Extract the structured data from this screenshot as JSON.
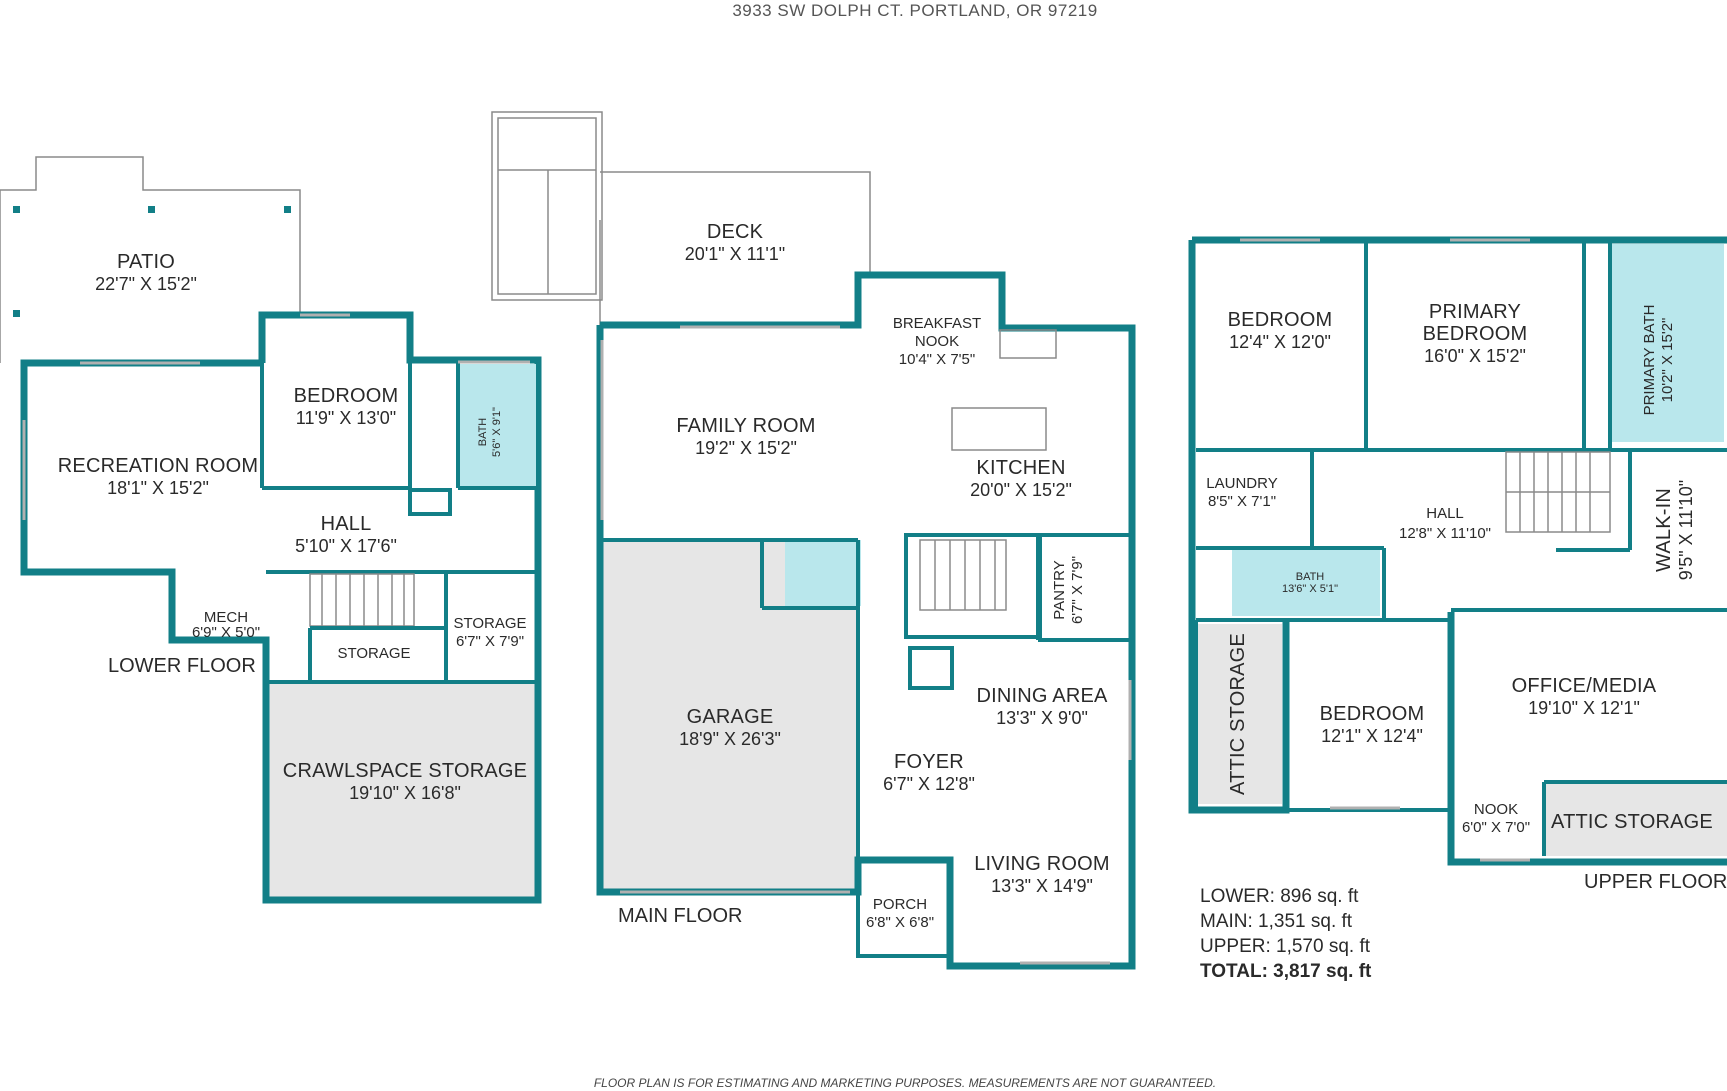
{
  "header": {
    "address": "3933 SW DOLPH CT. PORTLAND, OR 97219"
  },
  "footer": {
    "disclaimer": "FLOOR PLAN IS FOR ESTIMATING AND MARKETING PURPOSES. MEASUREMENTS ARE NOT GUARANTEED."
  },
  "colors": {
    "wall": "#127f87",
    "bath": "#b9e7ec",
    "storage": "#e6e6e6"
  },
  "lower": {
    "label": "LOWER FLOOR",
    "patio": {
      "name": "PATIO",
      "dim": "22'7\" X 15'2\""
    },
    "recreation": {
      "name": "RECREATION ROOM",
      "dim": "18'1\" X 15'2\""
    },
    "bedroom": {
      "name": "BEDROOM",
      "dim": "11'9\" X 13'0\""
    },
    "bath": {
      "name": "BATH",
      "dim": "5'6\" X 9'1\""
    },
    "hall": {
      "name": "HALL",
      "dim": "5'10\" X 17'6\""
    },
    "mech": {
      "name": "MECH",
      "dim": "6'9\" X 5'0\""
    },
    "storage1": {
      "name": "STORAGE"
    },
    "storage2": {
      "name": "STORAGE",
      "dim": "6'7\" X 7'9\""
    },
    "crawl": {
      "name": "CRAWLSPACE STORAGE",
      "dim": "19'10\" X 16'8\""
    }
  },
  "main": {
    "label": "MAIN FLOOR",
    "deck": {
      "name": "DECK",
      "dim": "20'1\" X 11'1\""
    },
    "nook": {
      "name1": "BREAKFAST",
      "name2": "NOOK",
      "dim": "10'4\" X 7'5\""
    },
    "family": {
      "name": "FAMILY ROOM",
      "dim": "19'2\" X 15'2\""
    },
    "kitchen": {
      "name": "KITCHEN",
      "dim": "20'0\" X 15'2\""
    },
    "pantry": {
      "name": "PANTRY",
      "dim": "6'7\" X 7'9\""
    },
    "garage": {
      "name": "GARAGE",
      "dim": "18'9\" X 26'3\""
    },
    "dining": {
      "name": "DINING AREA",
      "dim": "13'3\" X 9'0\""
    },
    "foyer": {
      "name": "FOYER",
      "dim": "6'7\" X 12'8\""
    },
    "living": {
      "name": "LIVING ROOM",
      "dim": "13'3\" X 14'9\""
    },
    "porch": {
      "name": "PORCH",
      "dim": "6'8\" X 6'8\""
    }
  },
  "upper": {
    "label": "UPPER FLOOR",
    "bedroom1": {
      "name": "BEDROOM",
      "dim": "12'4\" X 12'0\""
    },
    "primary": {
      "name1": "PRIMARY",
      "name2": "BEDROOM",
      "dim": "16'0\" X 15'2\""
    },
    "pbath": {
      "name": "PRIMARY BATH",
      "dim": "10'2\" X 15'2\""
    },
    "laundry": {
      "name": "LAUNDRY",
      "dim": "8'5\" X 7'1\""
    },
    "hall": {
      "name": "HALL",
      "dim": "12'8\" X 11'10\""
    },
    "walkin": {
      "name": "WALK-IN",
      "dim": "9'5\" X 11'10\""
    },
    "bath": {
      "name": "BATH",
      "dim": "13'6\" X 5'1\""
    },
    "attic1": {
      "name": "ATTIC STORAGE"
    },
    "bedroom2": {
      "name": "BEDROOM",
      "dim": "12'1\" X 12'4\""
    },
    "office": {
      "name": "OFFICE/MEDIA",
      "dim": "19'10\" X 12'1\""
    },
    "nook": {
      "name": "NOOK",
      "dim": "6'0\" X 7'0\""
    },
    "attic2": {
      "name": "ATTIC STORAGE"
    }
  },
  "totals": {
    "lower": "LOWER: 896 sq. ft",
    "main": "MAIN: 1,351 sq. ft",
    "upper": "UPPER: 1,570 sq. ft",
    "total": "TOTAL: 3,817 sq. ft"
  }
}
